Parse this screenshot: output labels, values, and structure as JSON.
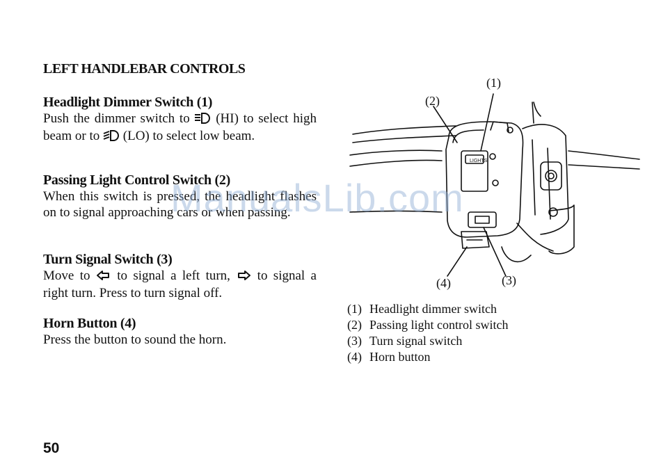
{
  "page_title": "LEFT HANDLEBAR CONTROLS",
  "sections": [
    {
      "heading": "Headlight Dimmer Switch (1)",
      "text_parts": [
        "Push the dimmer switch to ",
        " (HI) to select high beam or to ",
        " (LO) to select low beam."
      ],
      "icons": [
        "high-beam-icon",
        "low-beam-icon"
      ]
    },
    {
      "heading": "Passing Light Control Switch (2)",
      "text": "When this switch is pressed, the headlight flashes on to signal approaching cars or when passing."
    },
    {
      "heading": "Turn Signal Switch (3)",
      "text_parts": [
        "Move to ",
        " to signal a left turn, ",
        " to signal a right turn. Press to turn signal off."
      ],
      "icons": [
        "left-arrow-icon",
        "right-arrow-icon"
      ]
    },
    {
      "heading": "Horn Button (4)",
      "text": "Press the button to sound the horn."
    }
  ],
  "figure": {
    "callouts": [
      "(1)",
      "(2)",
      "(3)",
      "(4)"
    ],
    "switch_label": "LIGHTS"
  },
  "captions": [
    {
      "num": "(1)",
      "text": "Headlight dimmer switch"
    },
    {
      "num": "(2)",
      "text": "Passing light control switch"
    },
    {
      "num": "(3)",
      "text": "Turn signal switch"
    },
    {
      "num": "(4)",
      "text": "Horn button"
    }
  ],
  "watermark": "ManualsLib.com",
  "page_number": "50"
}
